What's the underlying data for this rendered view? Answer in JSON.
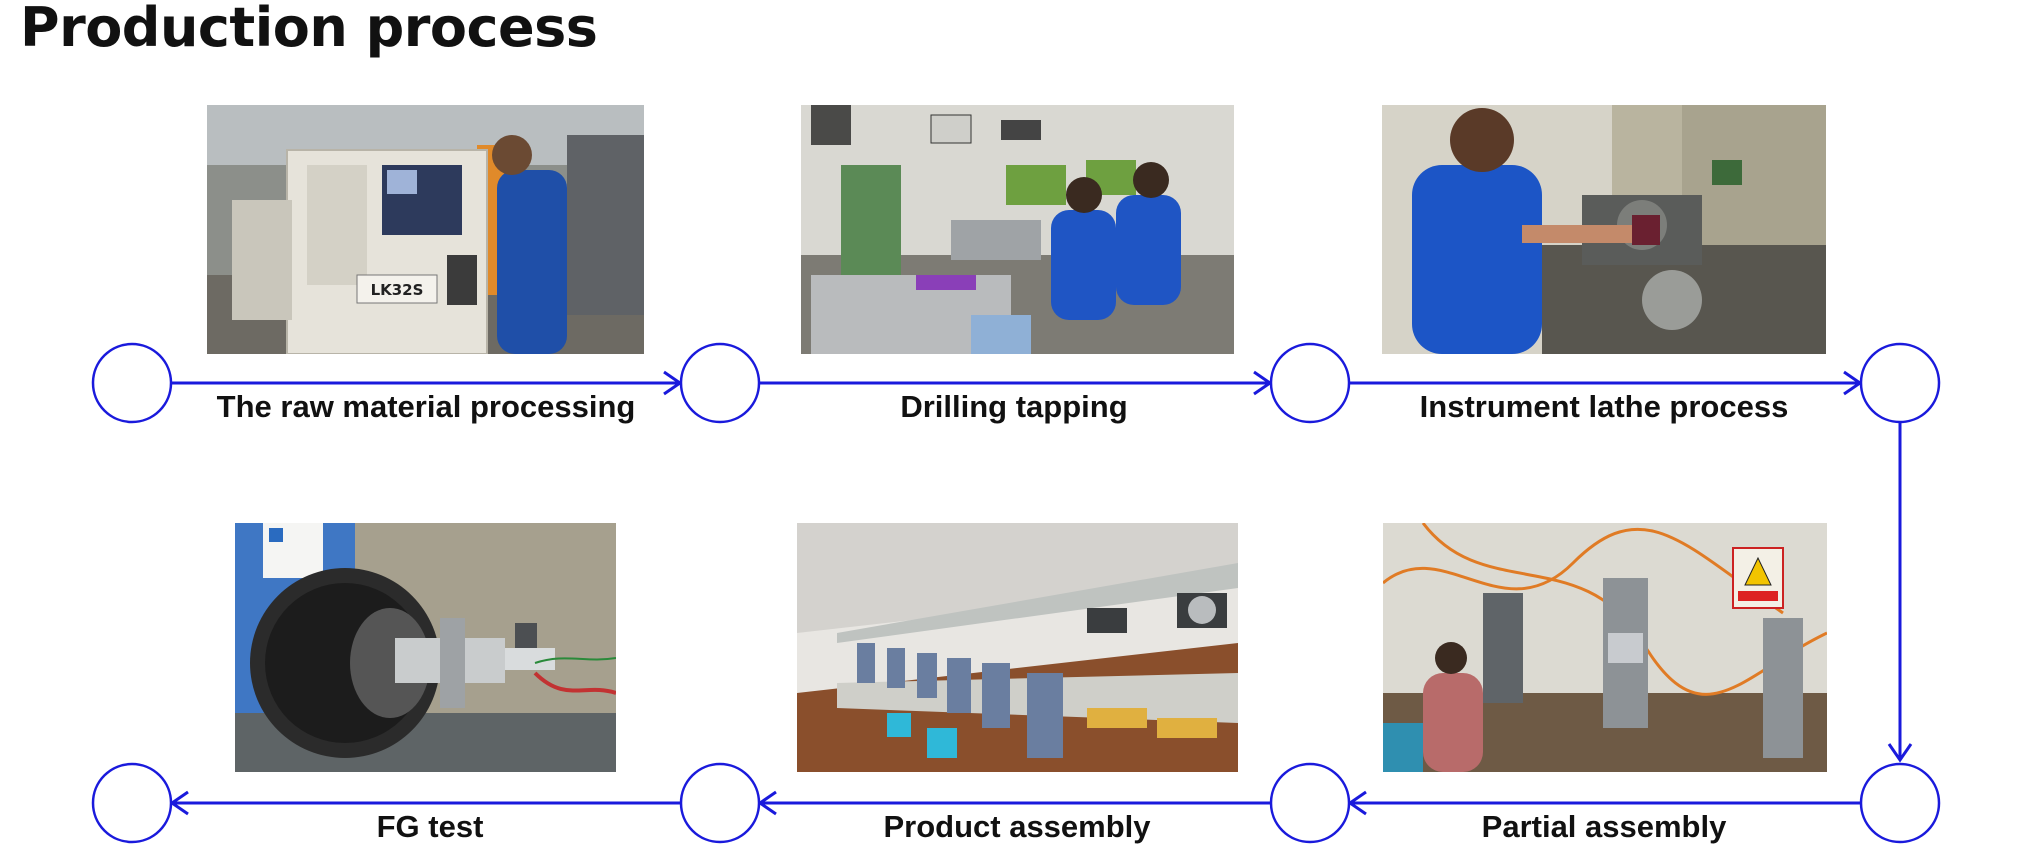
{
  "title": "Production process",
  "accent_color": "#1a1adc",
  "steps": [
    {
      "label": "The raw material processing",
      "photo": "cnc-lathe-operator-photo",
      "machine_label": "LK32S"
    },
    {
      "label": "Drilling tapping",
      "photo": "drilling-workers-photo"
    },
    {
      "label": "Instrument lathe process",
      "photo": "lathe-operator-photo"
    },
    {
      "label": "Partial assembly",
      "photo": "press-machines-photo"
    },
    {
      "label": "Product assembly",
      "photo": "assembly-line-photo"
    },
    {
      "label": "FG test",
      "photo": "fg-test-rig-photo"
    }
  ]
}
